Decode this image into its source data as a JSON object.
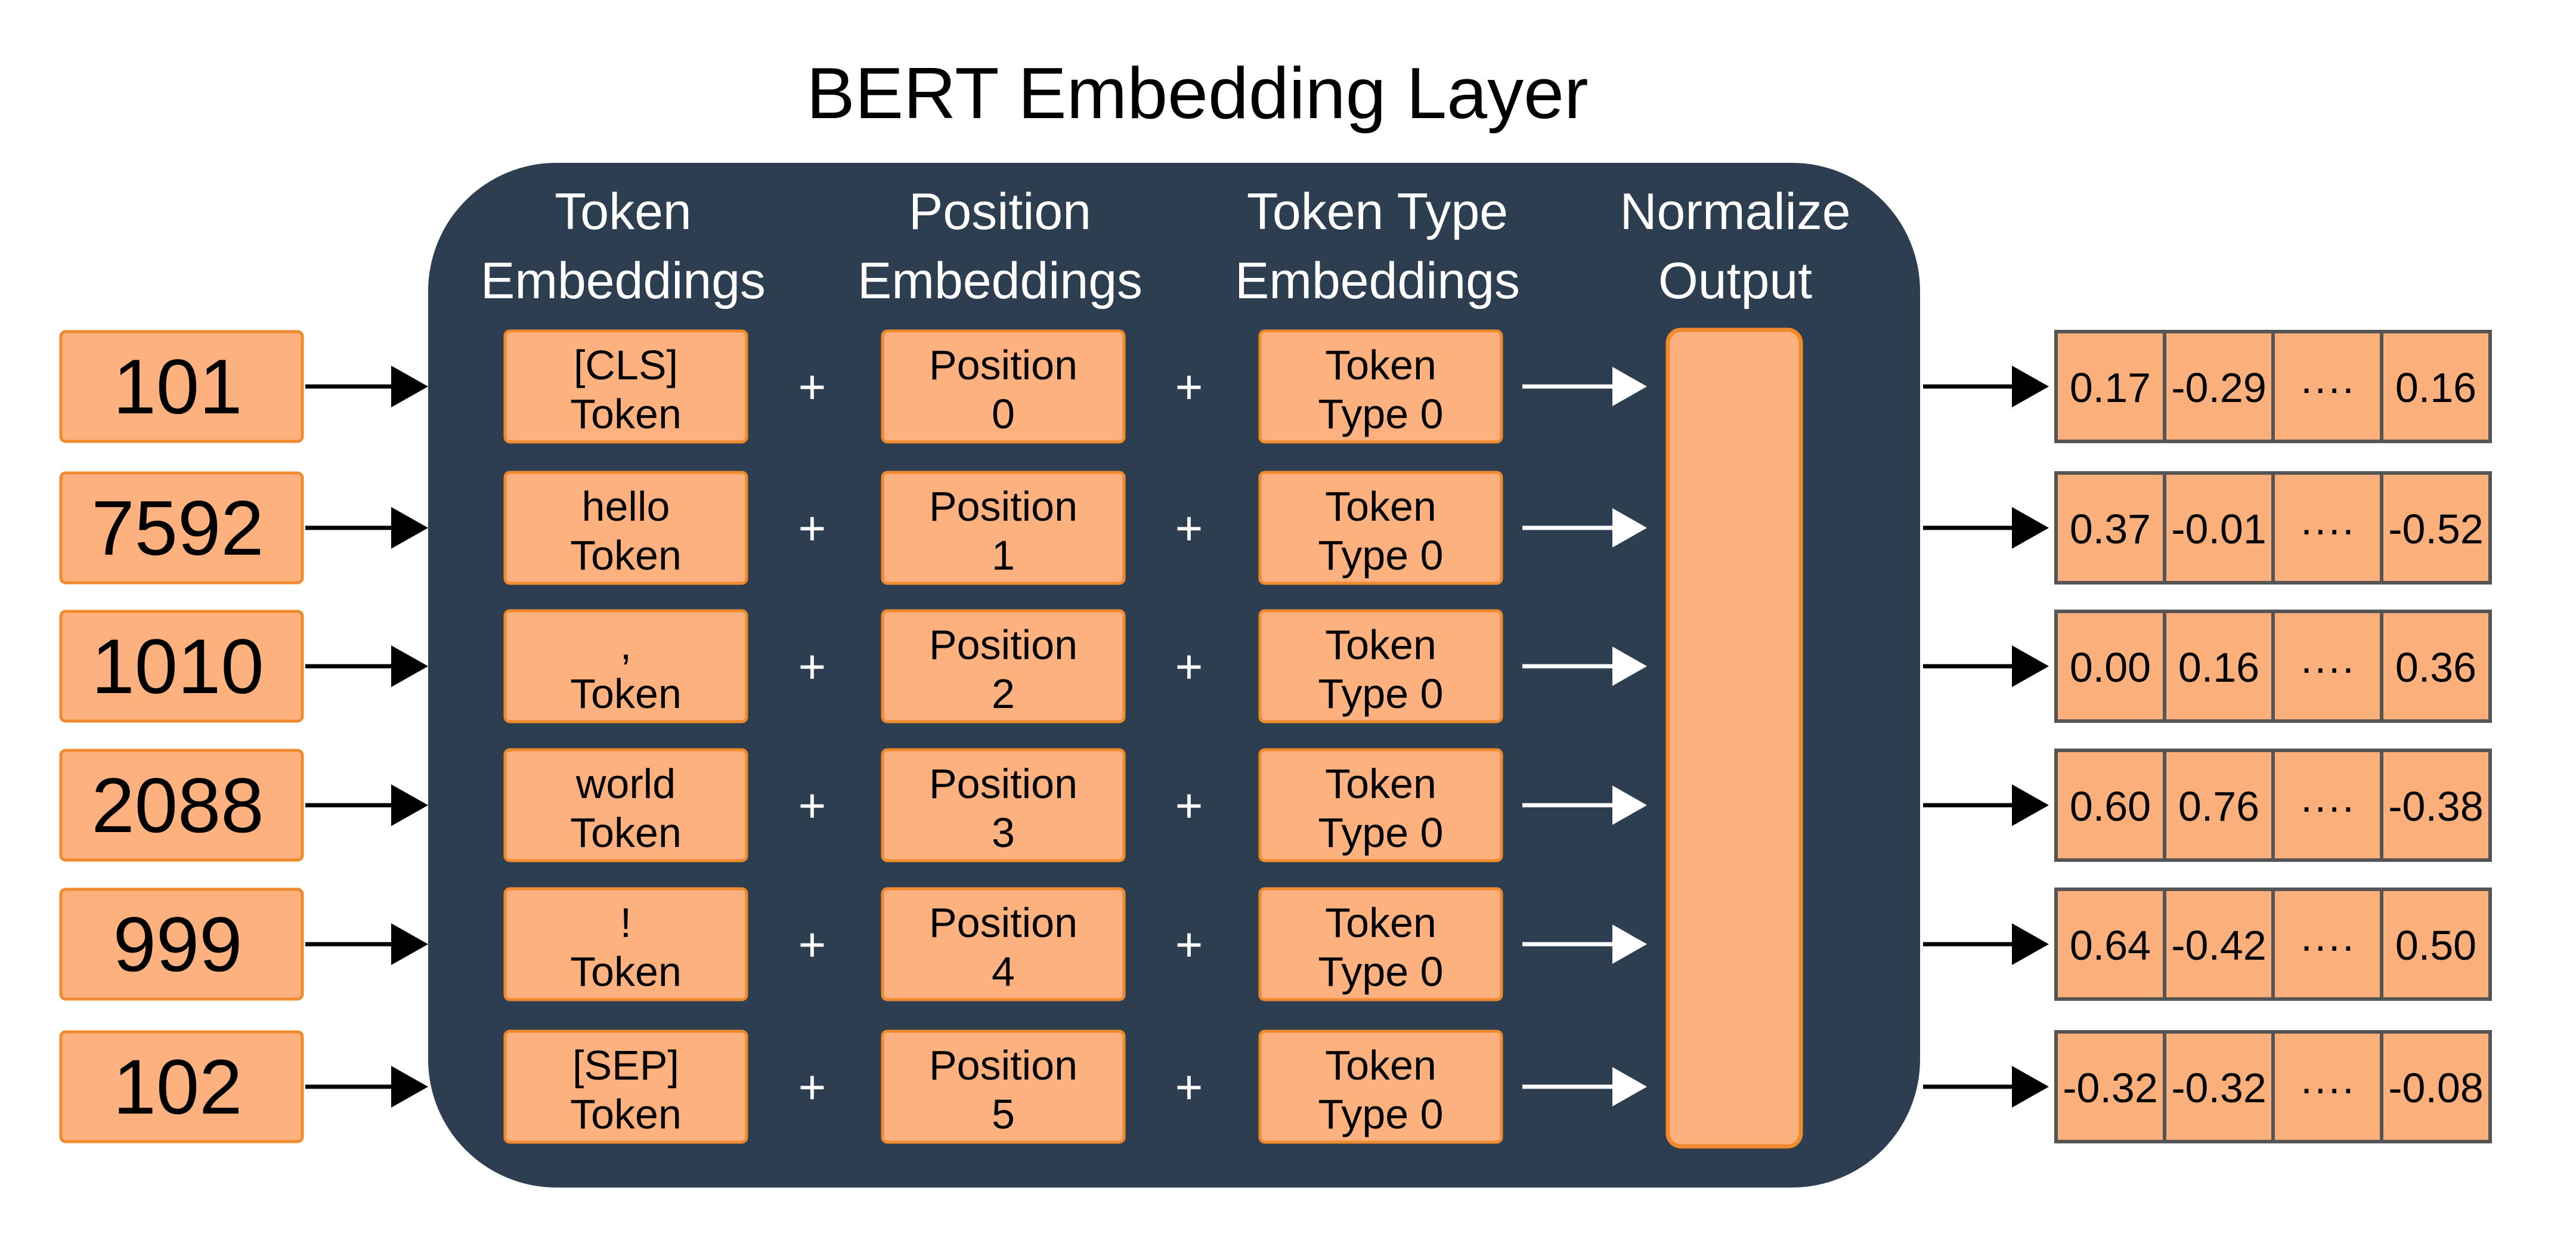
{
  "title": "BERT Embedding Layer",
  "colors": {
    "panel": "#2d3e50",
    "box_fill": "#fdb17f",
    "box_border": "#f08a2c",
    "output_cell": "#fbb07c",
    "output_border": "#555555",
    "white": "#ffffff",
    "black": "#000000"
  },
  "column_headers": [
    {
      "line1": "Token",
      "line2": "Embeddings"
    },
    {
      "line1": "Position",
      "line2": "Embeddings"
    },
    {
      "line1": "Token Type",
      "line2": "Embeddings"
    },
    {
      "line1": "Normalize",
      "line2": "Output"
    }
  ],
  "plus_symbol": "+",
  "ellipsis": "····",
  "rows": [
    {
      "input_id": "101",
      "token": {
        "line1": "[CLS]",
        "line2": "Token"
      },
      "position": {
        "line1": "Position",
        "line2": "0"
      },
      "token_type": {
        "line1": "Token",
        "line2": "Type 0"
      },
      "output": [
        "0.17",
        "-0.29",
        "0.16"
      ]
    },
    {
      "input_id": "7592",
      "token": {
        "line1": "hello",
        "line2": "Token"
      },
      "position": {
        "line1": "Position",
        "line2": "1"
      },
      "token_type": {
        "line1": "Token",
        "line2": "Type 0"
      },
      "output": [
        "0.37",
        "-0.01",
        "-0.52"
      ]
    },
    {
      "input_id": "1010",
      "token": {
        "line1": ",",
        "line2": "Token"
      },
      "position": {
        "line1": "Position",
        "line2": "2"
      },
      "token_type": {
        "line1": "Token",
        "line2": "Type 0"
      },
      "output": [
        "0.00",
        "0.16",
        "0.36"
      ]
    },
    {
      "input_id": "2088",
      "token": {
        "line1": "world",
        "line2": "Token"
      },
      "position": {
        "line1": "Position",
        "line2": "3"
      },
      "token_type": {
        "line1": "Token",
        "line2": "Type 0"
      },
      "output": [
        "0.60",
        "0.76",
        "-0.38"
      ]
    },
    {
      "input_id": "999",
      "token": {
        "line1": "!",
        "line2": "Token"
      },
      "position": {
        "line1": "Position",
        "line2": "4"
      },
      "token_type": {
        "line1": "Token",
        "line2": "Type 0"
      },
      "output": [
        "0.64",
        "-0.42",
        "0.50"
      ]
    },
    {
      "input_id": "102",
      "token": {
        "line1": "[SEP]",
        "line2": "Token"
      },
      "position": {
        "line1": "Position",
        "line2": "5"
      },
      "token_type": {
        "line1": "Token",
        "line2": "Type 0"
      },
      "output": [
        "-0.32",
        "-0.32",
        "-0.08"
      ]
    }
  ]
}
